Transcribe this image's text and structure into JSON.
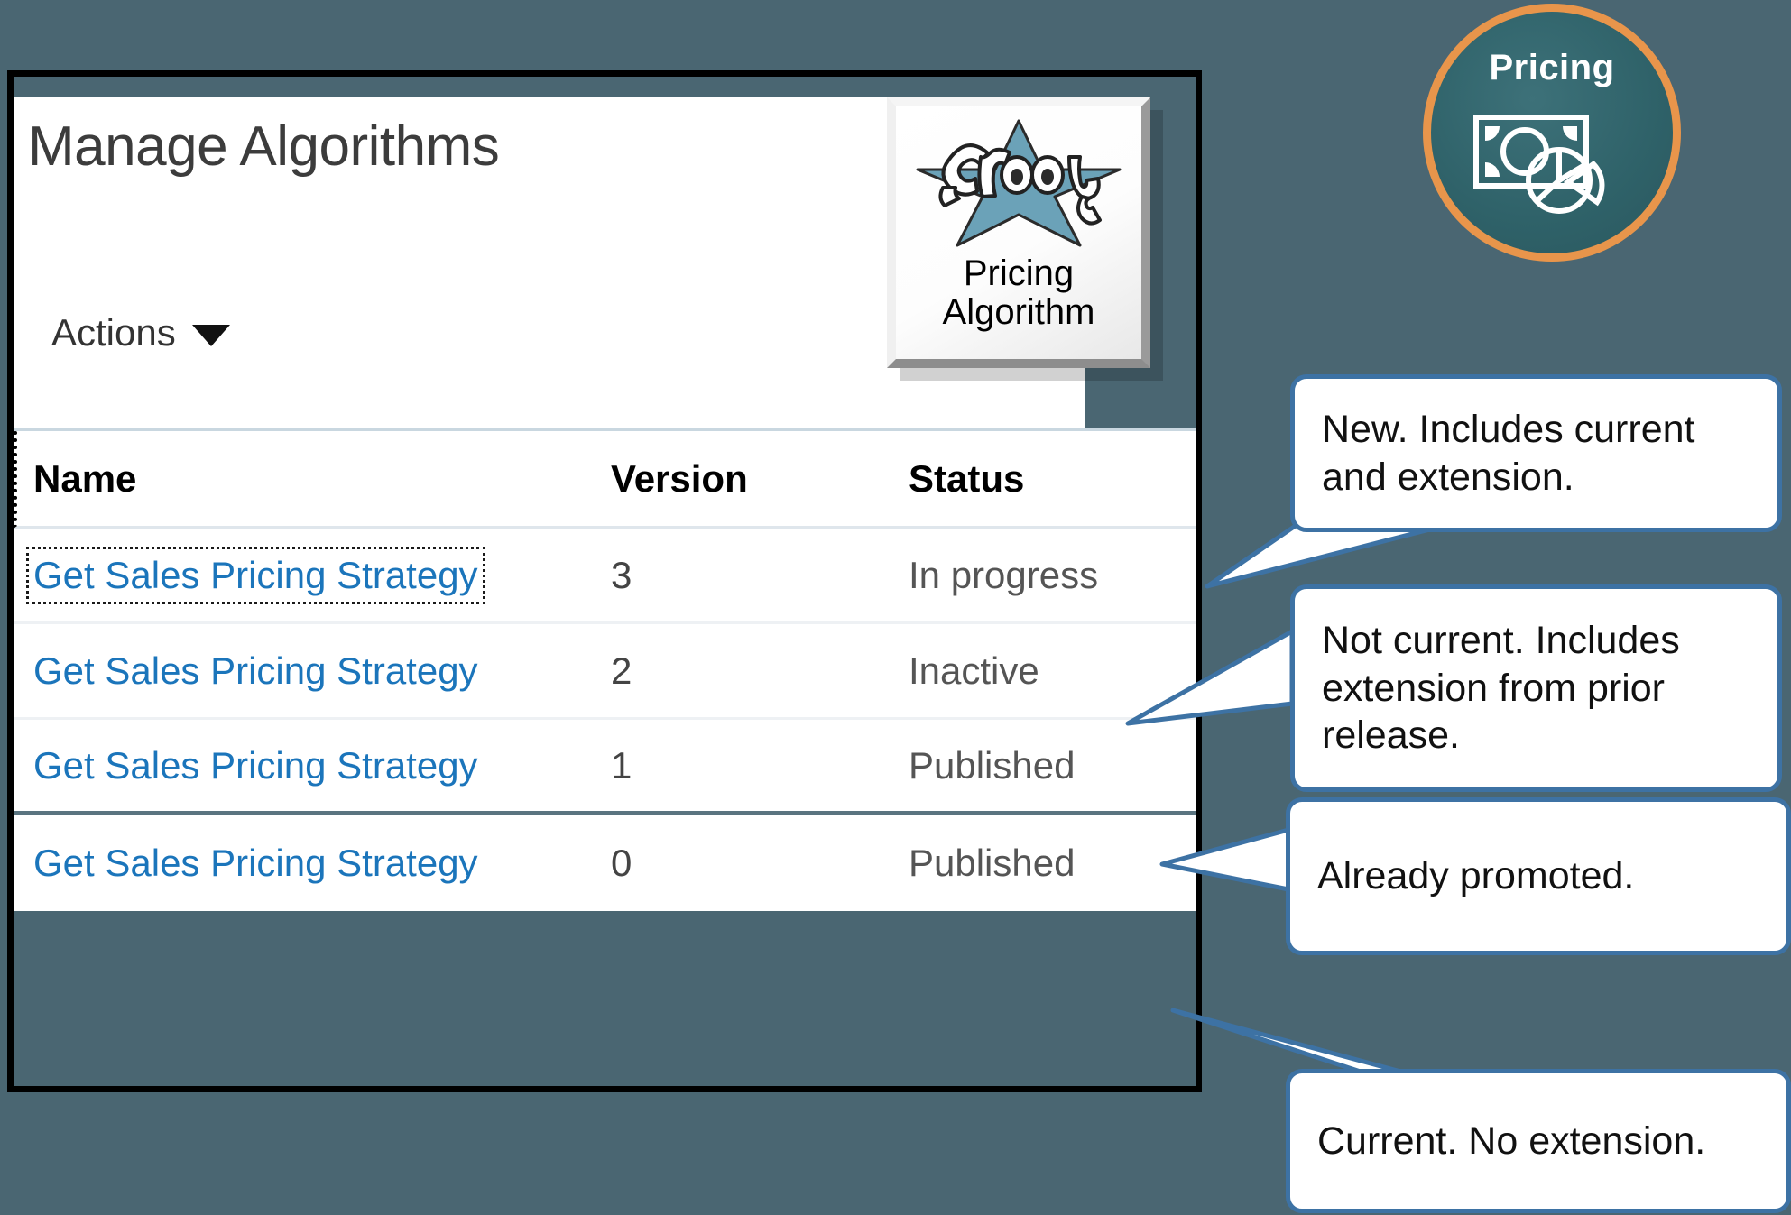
{
  "background_color": "#4a6672",
  "accent_link_color": "#1b75bb",
  "callout_border_color": "#3d72a4",
  "badge_ring_color": "#e8954b",
  "badge_fill_color": "#2f6269",
  "panel": {
    "title": "Manage Algorithms",
    "actions_label": "Actions",
    "caret_icon": "chevron-down-icon"
  },
  "groovy_button": {
    "logo_icon": "groovy-star-logo",
    "logo_word": "groovy",
    "caption": "Pricing\nAlgorithm"
  },
  "table": {
    "columns": [
      "Name",
      "Version",
      "Status"
    ],
    "rows": [
      {
        "name": "Get Sales Pricing Strategy",
        "version": "3",
        "status": "In progress",
        "focused": true
      },
      {
        "name": "Get Sales Pricing Strategy",
        "version": "2",
        "status": "Inactive",
        "focused": false
      },
      {
        "name": "Get Sales Pricing Strategy",
        "version": "1",
        "status": "Published",
        "focused": false
      },
      {
        "name": "Get Sales Pricing Strategy",
        "version": "0",
        "status": "Published",
        "focused": false
      }
    ]
  },
  "pricing_badge": {
    "label": "Pricing",
    "icon": "banknote-pie-chart-icon"
  },
  "callouts": [
    {
      "id": "new",
      "text": "New. Includes current and extension."
    },
    {
      "id": "notcur",
      "text": "Not current. Includes extension from prior release."
    },
    {
      "id": "promoted",
      "text": "Already promoted."
    },
    {
      "id": "current",
      "text": "Current. No extension."
    }
  ]
}
